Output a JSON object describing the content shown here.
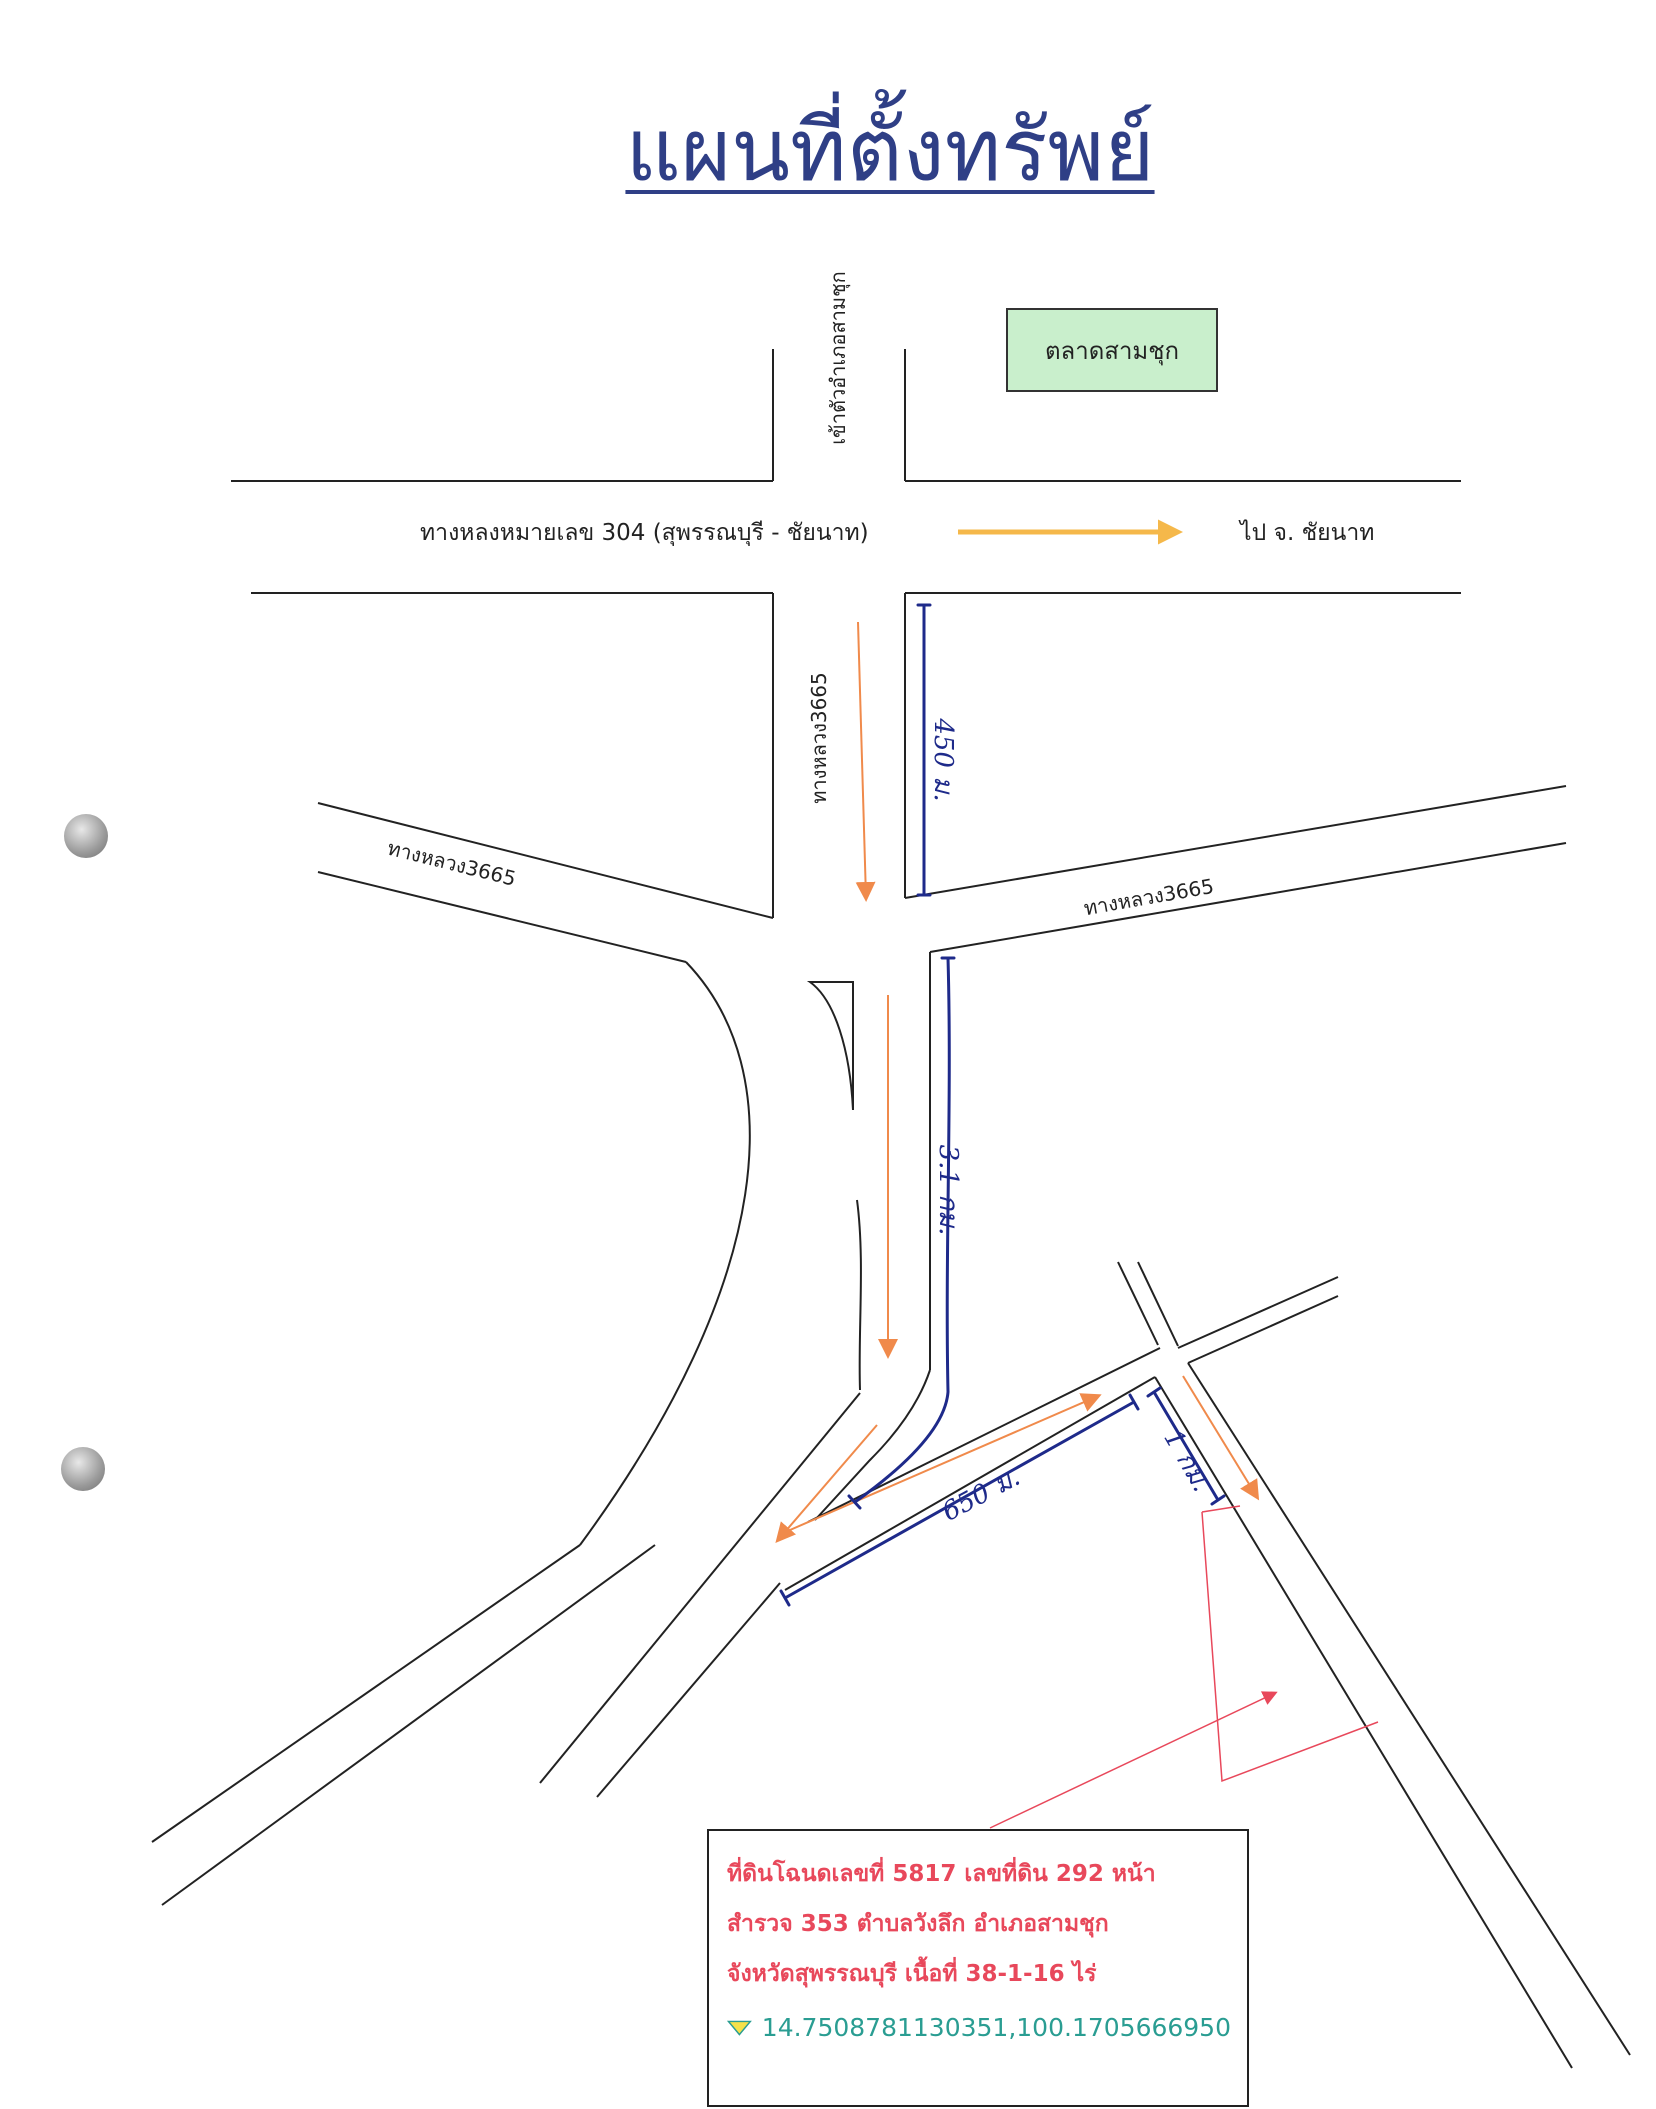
{
  "title": "แผนที่ตั้งทรัพย์",
  "labels": {
    "to_district": "เข้าตัวอำเภอสามชุก",
    "highway_304": "ทางหลงหมายเลข 304  (สุพรรณบุรี - ชัยนาท)",
    "to_chainat": "ไป จ. ชัยนาท",
    "road_3665_vertical": "ทางหลวง3665",
    "road_3665_left": "ทางหลวง3665",
    "road_3665_right": "ทางหลวง3665",
    "market": "ตลาดสามชุก"
  },
  "handwritten_distances": {
    "d1": "450 ม.",
    "d2": "3.1 กม.",
    "d3": "650 ม.",
    "d4": "1 กม."
  },
  "property_info": {
    "line1": "ที่ดินโฉนดเลขที่ 5817 เลขที่ดิน 292 หน้า",
    "line2": "สำรวจ 353 ตำบลวังลึก อำเภอสามชุก",
    "line3": "จังหวัดสุพรรณบุรี เนื้อที่ 38-1-16 ไร่",
    "coordinates": "14.7508781130351,100.1705666950",
    "marker_icon": "yellow-triangle-marker"
  },
  "colors": {
    "title": "#2f3f86",
    "road_line": "#222222",
    "orange_arrow": "#f08a4b",
    "yellow_arrow": "#f5b84a",
    "blue_handwriting": "#1e2a8a",
    "red_annotation": "#e8485b",
    "market_fill": "#c9efcc",
    "coords_text": "#2a9d92"
  }
}
